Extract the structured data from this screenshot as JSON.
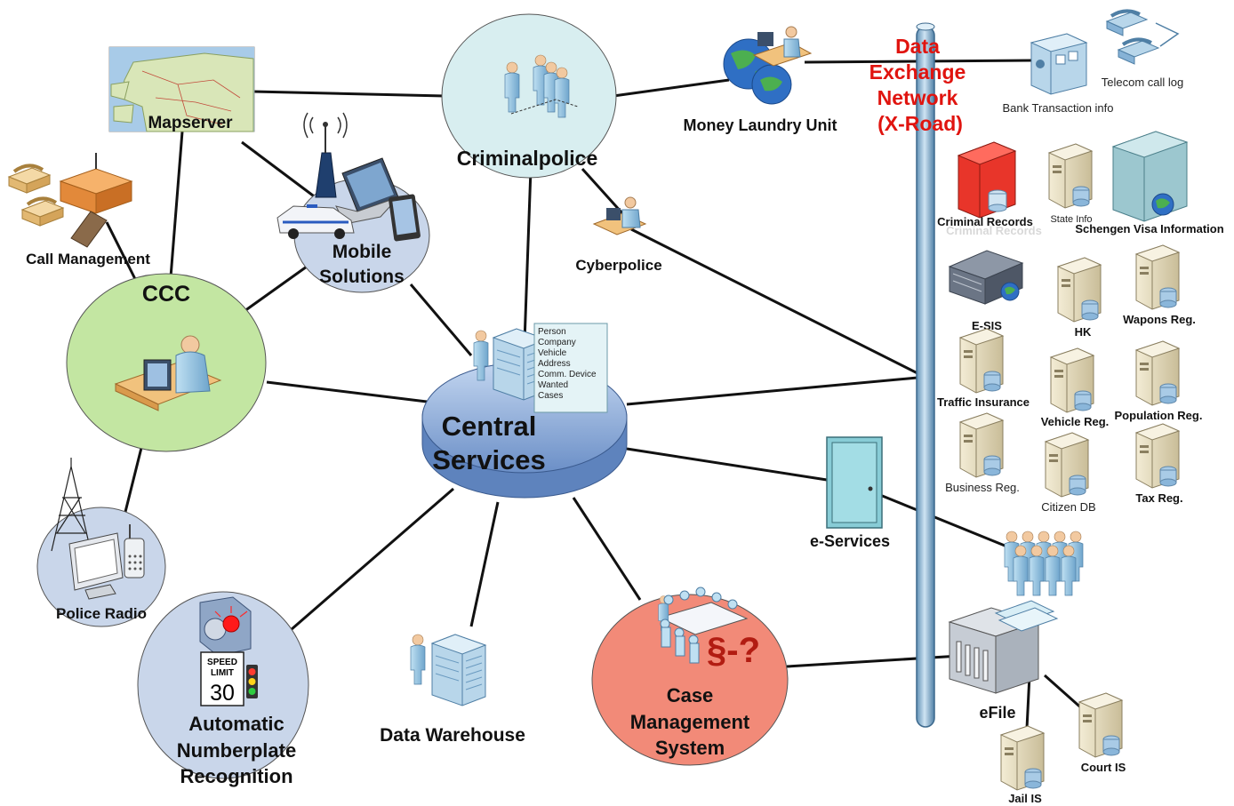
{
  "nodes": {
    "central": {
      "title_l1": "Central",
      "title_l2": "Services"
    },
    "criminalpolice": {
      "label": "Criminalpolice"
    },
    "mapserver": {
      "label": "Mapserver"
    },
    "mobile": {
      "label_l1": "Mobile",
      "label_l2": "Solutions"
    },
    "call_management": {
      "label": "Call Management"
    },
    "ccc": {
      "label": "CCC"
    },
    "police_radio": {
      "label": "Police Radio"
    },
    "anpr": {
      "label_l1": "Automatic",
      "label_l2": "Numberplate",
      "label_l3": "Recognition",
      "sign_l1": "SPEED",
      "sign_l2": "LIMIT",
      "sign_l3": "30"
    },
    "data_warehouse": {
      "label": "Data Warehouse"
    },
    "case_mgmt": {
      "label_l1": "Case",
      "label_l2": "Management",
      "label_l3": "System",
      "symbol": "§-?"
    },
    "cyberpolice": {
      "label": "Cyberpolice"
    },
    "money_laundry": {
      "label": "Money Laundry Unit"
    },
    "e_services": {
      "label": "e-Services"
    },
    "efile": {
      "label": "eFile"
    }
  },
  "data_card": {
    "items": [
      "Person",
      "Company",
      "Vehicle",
      "Address",
      "Comm. Device",
      "Wanted",
      "Cases"
    ]
  },
  "xroad": {
    "l1": "Data",
    "l2": "Exchange",
    "l3": "Network",
    "l4": "(X-Road)"
  },
  "external": {
    "telecom": "Telecom call log",
    "bank": "Bank Transaction info",
    "criminal_records": "Criminal Records",
    "criminal_records_shadow": "Criminal Records",
    "state_info": "State Info",
    "schengen": "Schengen Visa Information",
    "esis": "E-SIS",
    "hk": "HK",
    "weapons": "Wapons Reg.",
    "traffic_ins": "Traffic Insurance",
    "vehicle_reg": "Vehicle Reg.",
    "population_reg": "Population Reg.",
    "business_reg": "Business Reg.",
    "citizen_db": "Citizen DB",
    "tax_reg": "Tax Reg.",
    "court_is": "Court IS",
    "jail_is": "Jail IS"
  },
  "colors": {
    "xroad_text": "#e0140f",
    "central_fill": "#8fb0dc",
    "ccc_fill": "#c3e6a2",
    "case_fill": "#f28a78",
    "light_blue_fill": "#d8eef0",
    "grey_blue_fill": "#c9d6ea"
  }
}
